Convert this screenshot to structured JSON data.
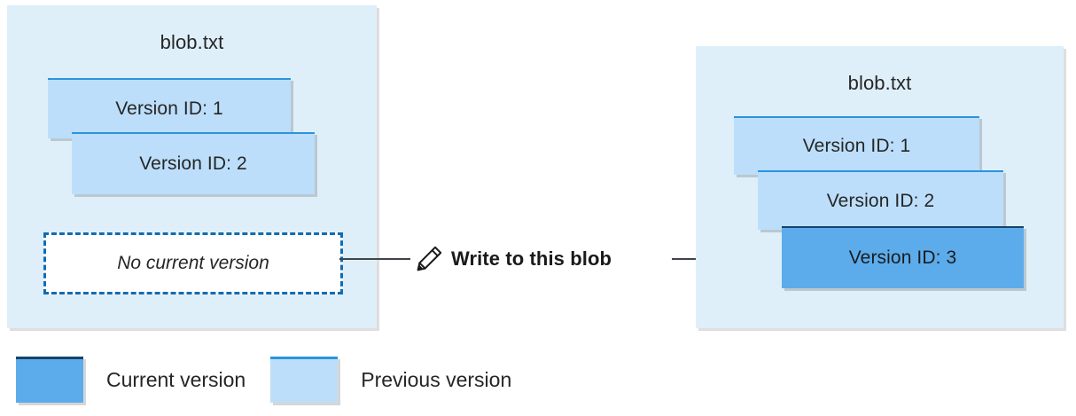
{
  "diagram": {
    "title_hidden": "Blob versioning write operation",
    "left_panel": {
      "blob_name": "blob.txt",
      "versions": [
        {
          "label": "Version ID: 1",
          "state": "previous"
        },
        {
          "label": "Version ID: 2",
          "state": "previous"
        }
      ],
      "placeholder": "No current version"
    },
    "middle": {
      "icon": "pencil-icon",
      "action_label": "Write to this blob"
    },
    "right_panel": {
      "blob_name": "blob.txt",
      "versions": [
        {
          "label": "Version ID: 1",
          "state": "previous"
        },
        {
          "label": "Version ID: 2",
          "state": "previous"
        },
        {
          "label": "Version ID: 3",
          "state": "current"
        }
      ]
    },
    "legend": {
      "items": [
        {
          "label": "Current version",
          "color": "#5cacec"
        },
        {
          "label": "Previous version",
          "color": "#bcdefa"
        }
      ]
    },
    "colors": {
      "panel_background": "#deeffa",
      "previous_version": "#bcdefa",
      "previous_version_border": "#2a94dd",
      "current_version": "#5cacec",
      "current_version_border": "#16436b",
      "dashed_border": "#0f6cb6",
      "connector": "#3f4448",
      "text": "#262626",
      "page_background": "#ffffff"
    }
  }
}
